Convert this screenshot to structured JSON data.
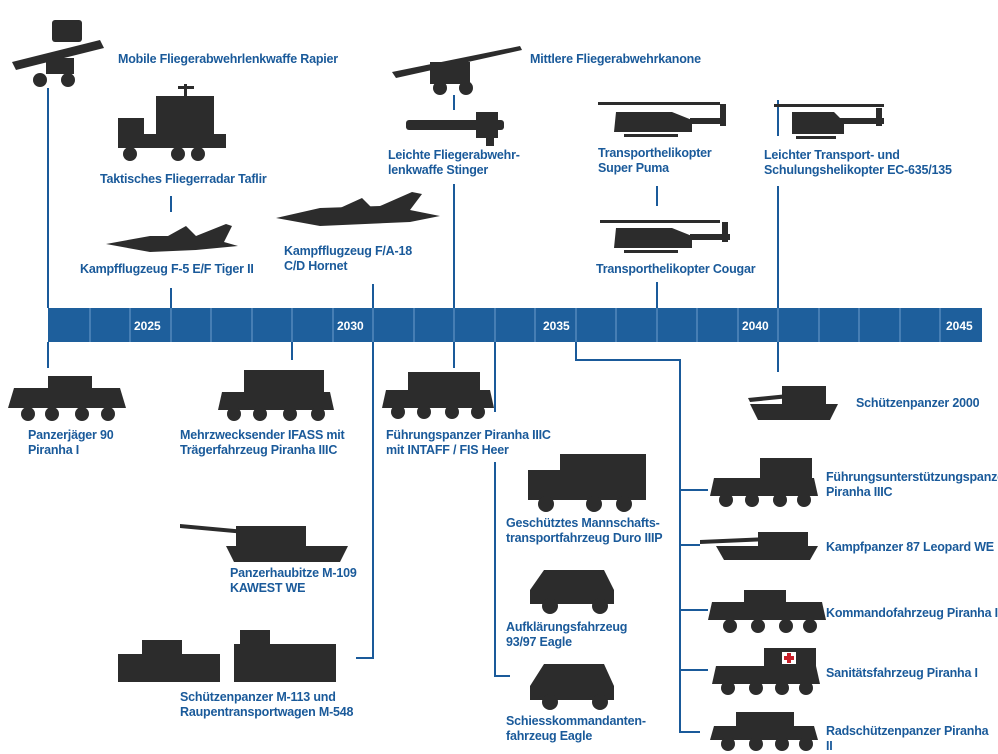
{
  "colors": {
    "accent": "#1a5a9a",
    "timeline_band": "#1e5f9c",
    "silhouette": "#2c2c2c"
  },
  "timeline": {
    "ticks": [
      "2025",
      "2030",
      "2035",
      "2040",
      "2045"
    ]
  },
  "above": [
    {
      "id": "rapier",
      "label": "Mobile Fliegerabwehrlenkwaffe Rapier",
      "icon": "air-defense-launcher-icon"
    },
    {
      "id": "taflir",
      "label": "Taktisches Fliegerradar Taflir",
      "icon": "radar-truck-icon"
    },
    {
      "id": "f5",
      "label": "Kampfflugzeug F-5 E/F Tiger II",
      "icon": "fighter-jet-icon"
    },
    {
      "id": "fa18",
      "label": "Kampfflugzeug F/A-18\nC/D Hornet",
      "icon": "fighter-jet-icon"
    },
    {
      "id": "kanone",
      "label": "Mittlere Fliegerabwehrkanone",
      "icon": "anti-aircraft-gun-icon"
    },
    {
      "id": "stinger",
      "label": "Leichte Fliegerabwehr-\nlenkwaffe Stinger",
      "icon": "missile-launcher-icon"
    },
    {
      "id": "superpuma",
      "label": "Transporthelikopter\nSuper Puma",
      "icon": "helicopter-icon"
    },
    {
      "id": "cougar",
      "label": "Transporthelikopter Cougar",
      "icon": "helicopter-icon"
    },
    {
      "id": "ec635",
      "label": "Leichter Transport- und\nSchulungshelikopter EC-635/135",
      "icon": "helicopter-icon"
    }
  ],
  "below": [
    {
      "id": "pzj90",
      "label": "Panzerjäger 90\nPiranha I",
      "icon": "wheeled-vehicle-icon"
    },
    {
      "id": "ifass",
      "label": "Mehrzwecksender IFASS mit\nTrägerfahrzeug Piranha IIIC",
      "icon": "wheeled-vehicle-icon"
    },
    {
      "id": "m109",
      "label": "Panzerhaubitze M-109\nKAWEST WE",
      "icon": "tank-icon"
    },
    {
      "id": "m113",
      "label": "Schützenpanzer M-113 und\nRaupentransportwagen M-548",
      "icon": "tracked-vehicle-icon"
    },
    {
      "id": "piranha3c",
      "label": "Führungspanzer Piranha IIIC\nmit INTAFF / FIS Heer",
      "icon": "wheeled-vehicle-icon"
    },
    {
      "id": "duro",
      "label": "Geschütztes Mannschafts-\ntransportfahrzeug Duro IIIP",
      "icon": "truck-icon"
    },
    {
      "id": "eagle93",
      "label": "Aufklärungsfahrzeug\n93/97 Eagle",
      "icon": "jeep-icon"
    },
    {
      "id": "eagleschiess",
      "label": "Schiesskommandanten-\nfahrzeug Eagle",
      "icon": "jeep-icon"
    },
    {
      "id": "spz2000",
      "label": "Schützenpanzer 2000",
      "icon": "tank-icon"
    },
    {
      "id": "fueu",
      "label": "Führungsunterstützungspanze\nPiranha IIIC",
      "icon": "wheeled-vehicle-icon"
    },
    {
      "id": "leo",
      "label": "Kampfpanzer 87 Leopard WE",
      "icon": "tank-icon"
    },
    {
      "id": "kdo",
      "label": "Kommandofahrzeug Piranha I",
      "icon": "wheeled-vehicle-icon"
    },
    {
      "id": "san",
      "label": "Sanitätsfahrzeug Piranha I",
      "icon": "ambulance-vehicle-icon"
    },
    {
      "id": "rad",
      "label": "Radschützenpanzer Piranha II",
      "icon": "wheeled-vehicle-icon"
    }
  ]
}
